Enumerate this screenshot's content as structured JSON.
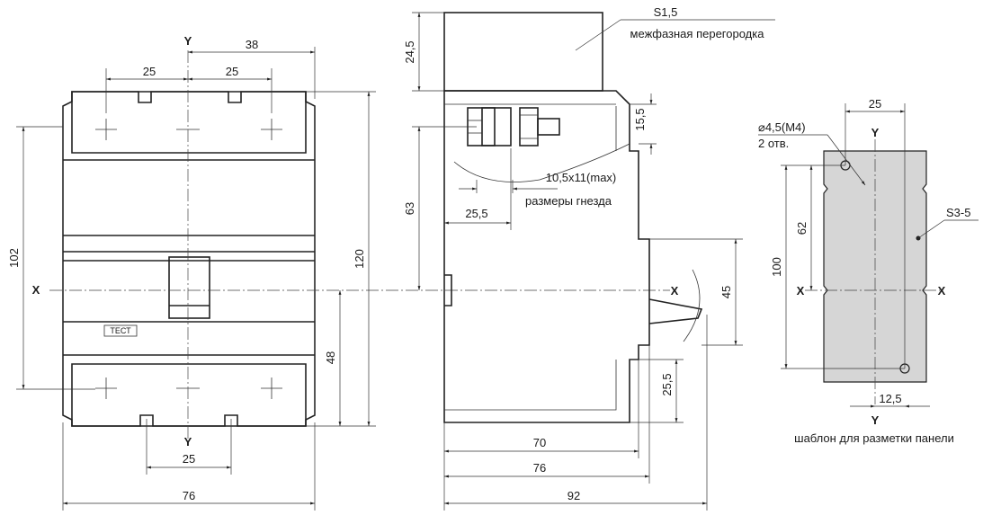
{
  "front_view": {
    "axis_x": "X",
    "axis_y_top": "Y",
    "axis_y_bottom": "Y",
    "test_label": "ТЕСТ",
    "dims": {
      "top_left_25": "25",
      "top_right_25": "25",
      "top_38": "38",
      "left_102": "102",
      "right_120": "120",
      "right_48": "48",
      "bottom_25": "25",
      "bottom_76": "76"
    }
  },
  "side_view": {
    "axis_x": "X",
    "partition_label": "S1,5",
    "partition_text": "межфазная перегородка",
    "socket_size": "10,5x11(max)",
    "socket_text": "размеры гнезда",
    "dims": {
      "top_24_5": "24,5",
      "right_15_5": "15,5",
      "left_63": "63",
      "inner_25_5": "25,5",
      "right_45": "45",
      "right_25_5": "25,5",
      "bottom_70": "70",
      "bottom_76": "76",
      "bottom_92": "92"
    }
  },
  "template_view": {
    "hole_label": "⌀4,5(M4)",
    "hole_count": "2 отв.",
    "axis_y_top": "Y",
    "axis_y_bottom": "Y",
    "axis_x_left": "X",
    "axis_x_right": "X",
    "material": "S3-5",
    "caption": "шаблон для разметки панели",
    "dims": {
      "top_25": "25",
      "left_62": "62",
      "left_100": "100",
      "bottom_12_5": "12,5"
    },
    "colors": {
      "fill": "#d6d6d6"
    }
  }
}
